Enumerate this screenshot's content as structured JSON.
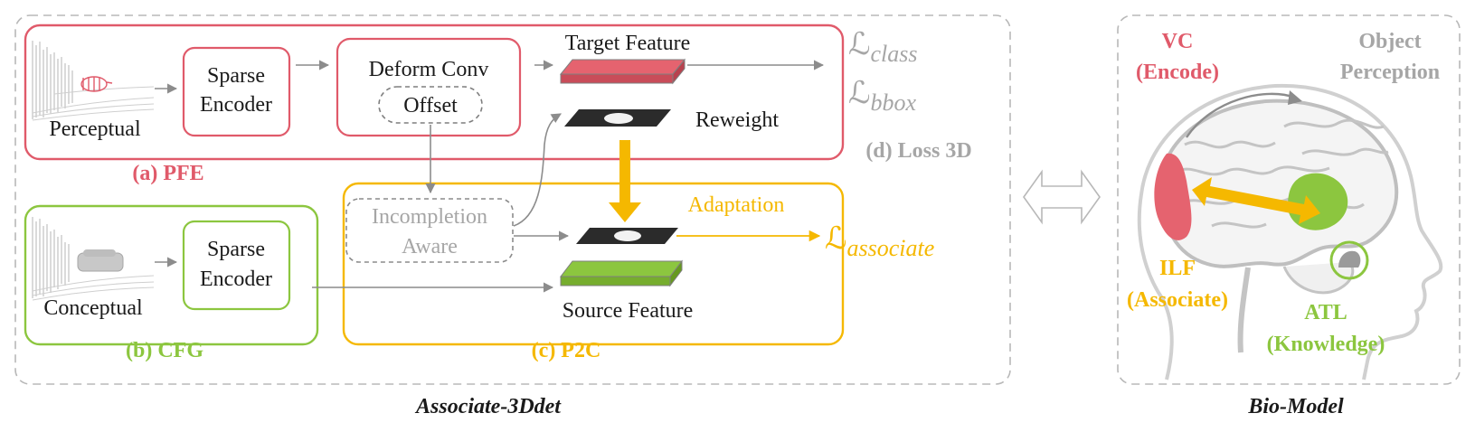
{
  "colors": {
    "pfe": "#e05a6a",
    "pfe_fill": "#e5636f",
    "cfg": "#8cc63f",
    "p2c": "#f5b800",
    "gray": "#a6a6a6",
    "dark": "#1a1a1a",
    "brain_outline": "#c8c8c8"
  },
  "left": {
    "caption": "Associate-3Ddet",
    "pfe": {
      "label": "(a) PFE",
      "input_label": "Perceptual",
      "encoder": [
        "Sparse",
        "Encoder"
      ],
      "deform_conv": "Deform Conv",
      "offset": "Offset",
      "target_feature": "Target Feature",
      "reweight": "Reweight"
    },
    "cfg": {
      "label": "(b) CFG",
      "input_label": "Conceptual",
      "encoder": [
        "Sparse",
        "Encoder"
      ]
    },
    "p2c": {
      "label": "(c) P2C",
      "incompletion": [
        "Incompletion",
        "Aware"
      ],
      "adaptation": "Adaptation",
      "source_feature": "Source Feature",
      "loss_main": "ℒ",
      "loss_sub": "associate"
    },
    "loss": {
      "label": "(d) Loss 3D",
      "class_main": "ℒ",
      "class_sub": "class",
      "bbox_main": "ℒ",
      "bbox_sub": "bbox"
    }
  },
  "right": {
    "caption": "Bio-Model",
    "vc": [
      "VC",
      "(Encode)"
    ],
    "object": [
      "Object",
      "Perception"
    ],
    "ilf": [
      "ILF",
      "(Associate)"
    ],
    "atl": [
      "ATL",
      "(Knowledge)"
    ]
  },
  "icons": {
    "bidirectional": "double-arrow-icon"
  }
}
